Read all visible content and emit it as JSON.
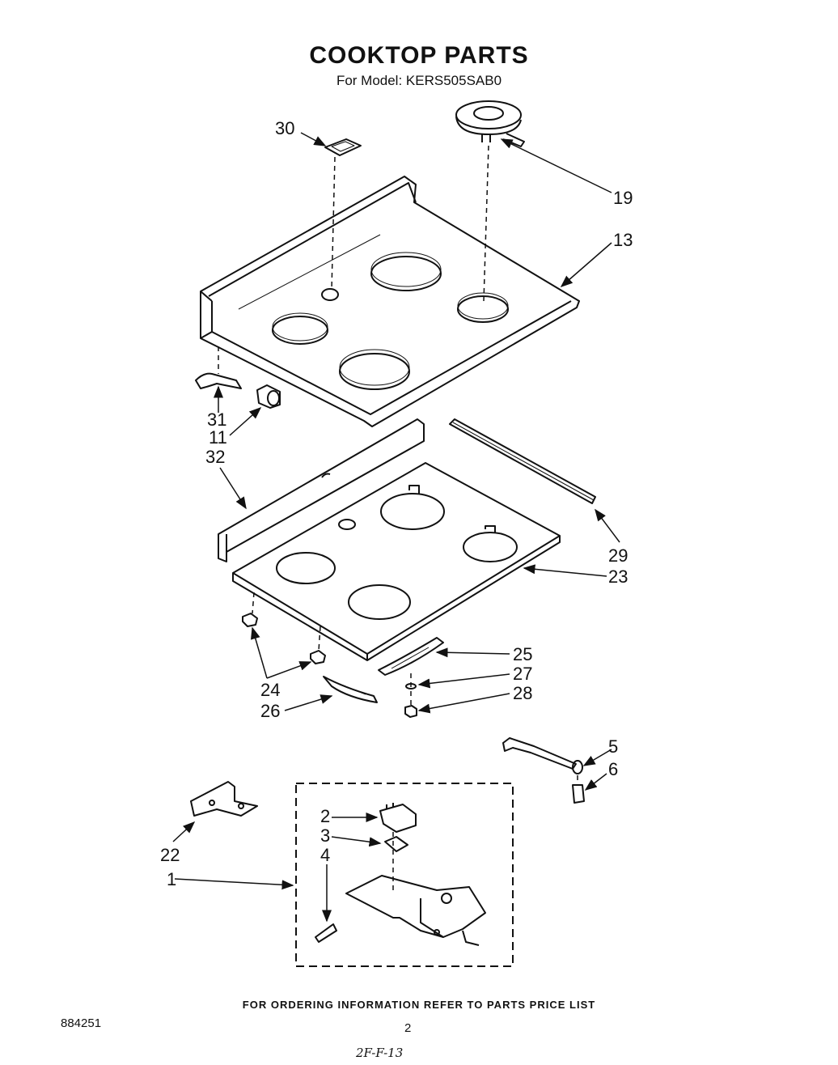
{
  "header": {
    "title": "COOKTOP PARTS",
    "subtitle": "For Model: KERS505SAB0"
  },
  "callouts": [
    "30",
    "19",
    "13",
    "31",
    "11",
    "32",
    "29",
    "23",
    "25",
    "27",
    "24",
    "28",
    "26",
    "5",
    "6",
    "2",
    "3",
    "4",
    "22",
    "1"
  ],
  "footer": {
    "ordering_note": "FOR ORDERING INFORMATION REFER TO PARTS PRICE LIST",
    "doc_number": "884251",
    "page_number": "2",
    "handwritten_note": "2F-F-13"
  }
}
